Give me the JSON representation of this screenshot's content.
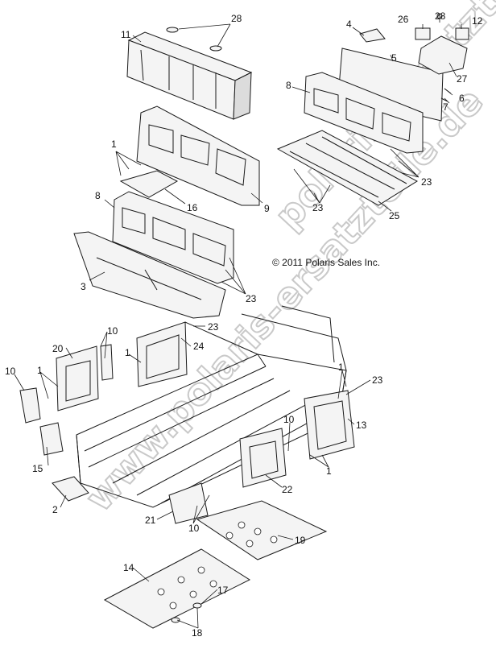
{
  "diagram": {
    "copyright": "© 2011 Polaris Sales Inc.",
    "watermark_lower": "www.polaris-ersatzteile.de",
    "watermark_upper": "polaris-ersatzteile.de",
    "callouts": {
      "c28a": "28",
      "c11": "11",
      "c4": "4",
      "c26": "26",
      "c28b": "28",
      "c12": "12",
      "c5": "5",
      "c27": "27",
      "c8a": "8",
      "c7": "7",
      "c6": "6",
      "c1a": "1",
      "c16": "16",
      "c9": "9",
      "c23a": "23",
      "c23b": "23",
      "c25": "25",
      "c8b": "8",
      "c3": "3",
      "c23c": "23",
      "c23d": "23",
      "c10a": "10",
      "c20": "20",
      "c1b": "1",
      "c24": "24",
      "c10b": "10",
      "c1c": "1",
      "c1d": "1",
      "c23e": "23",
      "c13": "13",
      "c10c": "10",
      "c15": "15",
      "c1e": "1",
      "c22": "22",
      "c2": "2",
      "c21": "21",
      "c10d": "10",
      "c19": "19",
      "c14": "14",
      "c17": "17",
      "c18": "18"
    }
  }
}
